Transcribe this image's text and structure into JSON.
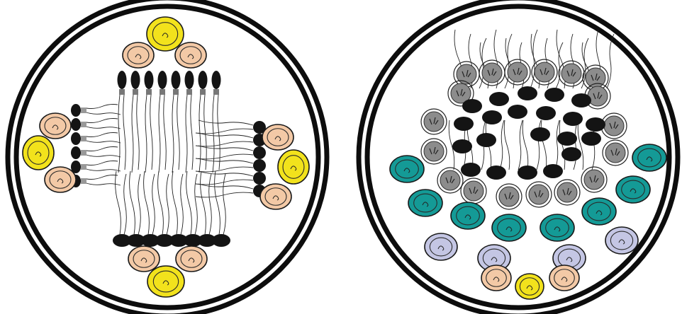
{
  "colors": {
    "background": "#ffffff",
    "ring": "#0d0d0d",
    "lipid_head": "#141414",
    "lipid_tail": "#222222",
    "yellow_ion": "#f2e21c",
    "peach_ion": "#f3c9a6",
    "teal_ion": "#149a96",
    "lavender_ion": "#c4c6e4",
    "gray_head": "#8c8c8c"
  },
  "panels": [
    {
      "name": "left-micelle",
      "structure": "lamellar-cross-aggregate",
      "icon": "cross-lipid-stack"
    },
    {
      "name": "right-micelle",
      "structure": "reverse-micelle-cluster",
      "icon": "clustered-lipid-ring"
    }
  ]
}
